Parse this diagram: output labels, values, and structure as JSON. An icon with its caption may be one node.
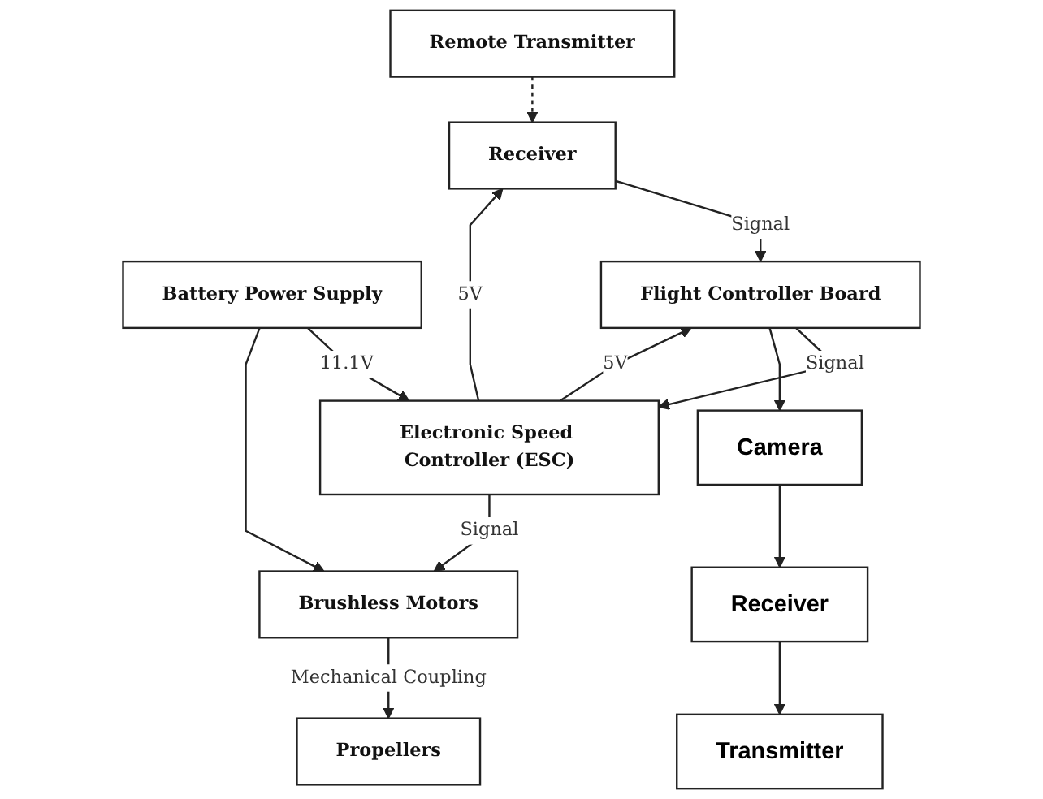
{
  "diagram": {
    "nodes": [
      {
        "text": [
          "Remote Transmitter"
        ]
      },
      {
        "text": [
          "Receiver"
        ]
      },
      {
        "text": [
          "Battery Power Supply"
        ]
      },
      {
        "text": [
          "Electronic Speed Controller (ESC)"
        ]
      },
      {
        "text": [
          "Flight Controller Board"
        ]
      },
      {
        "text": [
          "Brushless Motors"
        ]
      },
      {
        "text": [
          "Camera"
        ]
      },
      {
        "text": [
          "Propellers"
        ]
      },
      {
        "text": [
          "Receiver"
        ]
      },
      {
        "text": [
          "Transmitter"
        ]
      }
    ],
    "edges": [
      {
        "from": 0,
        "to": 1,
        "arrow": "to",
        "style": "dashed"
      },
      {
        "from": 3,
        "to": 1,
        "arrow": "to",
        "label": "5V"
      },
      {
        "from": 1,
        "to": 4,
        "arrow": "to",
        "label": "Signal"
      },
      {
        "from": 4,
        "to": 3,
        "arrow": "to",
        "label": "Signal"
      },
      {
        "from": 3,
        "to": 4,
        "arrow": "to",
        "label": "5V"
      },
      {
        "from": 2,
        "to": 3,
        "arrow": "to",
        "label": "11.1V"
      },
      {
        "from": 2,
        "to": 5,
        "arrow": "to"
      },
      {
        "from": 3,
        "to": 5,
        "arrow": "to",
        "label": "Signal"
      },
      {
        "from": 5,
        "to": 7,
        "arrow": "to",
        "label": "Mechanical Coupling"
      },
      {
        "from": 4,
        "to": 6,
        "arrow": "to"
      },
      {
        "from": 6,
        "to": 8,
        "arrow": "to"
      },
      {
        "from": 8,
        "to": 9,
        "arrow": "to"
      }
    ]
  }
}
